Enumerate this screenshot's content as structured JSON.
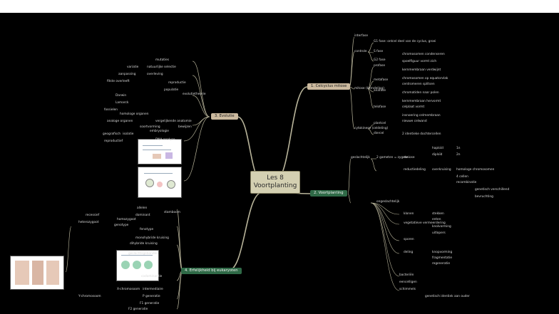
{
  "center": {
    "line1": "Les 8",
    "line2": "Voortplanting"
  },
  "branches": {
    "celcyclus": "1. Celcyclus mitose",
    "voortplanting": "2. Voortplanting",
    "evolutie": "3. Evolutie",
    "erfelijkheid": "4. Erfelijkheid bij eukaryoten"
  },
  "labels": {
    "celcyclus": [
      "interfase",
      "G1 fase: ontcel deel van de cyclus, groei",
      "S fase",
      "G2 fase",
      "controle",
      "mitose (kerndeling)",
      "profase",
      "metafase",
      "anafase",
      "telofase",
      "cytokinese (celdeling)",
      "plantcel",
      "diercel",
      "chromosomen condenseren",
      "spoelfiguur vormt zich",
      "kernmembraan verdwijnt",
      "chromosomen op equatorvlak",
      "centromeren splitsen",
      "chromatiden naar polen",
      "kernmembraan hervormt",
      "celplaat vormt",
      "insnoering celmembraan",
      "nieuwe celwand",
      "2 identieke dochtercellen"
    ],
    "voortplanting": [
      "geslachtelijk",
      "2 gameten = zygote",
      "meiose",
      "reductiedeling",
      "haploïd",
      "diploïd",
      "1n",
      "2n",
      "overkruising",
      "homologe chromosomen",
      "4 cellen",
      "recombinatie",
      "genetisch verschillend",
      "bevruchting",
      "ongeslachtelijk",
      "klonen",
      "vegetatieve vermeerdering",
      "stekken",
      "enten",
      "knolvorming",
      "uitlopers",
      "sporen",
      "deling",
      "knopvorming",
      "fragmentatie",
      "regeneratie",
      "bacteriën",
      "eencelligen",
      "schimmels",
      "genetisch identiek aan ouder"
    ],
    "evolutie": [
      "mutaties",
      "natuurlijke selectie",
      "variatie",
      "aanpassing",
      "overleving",
      "fitste overleeft",
      "reproductie",
      "populatie",
      "evolutietheorie",
      "Darwin",
      "Lamarck",
      "fossielen",
      "homologe organen",
      "analoge organen",
      "soortvorming",
      "isolatie",
      "geografisch",
      "reproductief",
      "bewijzen",
      "vergelijkende anatomie",
      "embryologie",
      "DNA-analyse"
    ],
    "erfelijkheid": [
      "allelen",
      "dominant",
      "recessief",
      "homozygoot",
      "heterozygoot",
      "genotype",
      "fenotype",
      "monohybride kruising",
      "dihybride kruising",
      "stamboom",
      "geslachtsgebonden",
      "X-chromosoom",
      "Y-chromosoom",
      "codominantie",
      "intermediaire",
      "P generatie",
      "F1 generatie",
      "F2 generatie"
    ]
  }
}
